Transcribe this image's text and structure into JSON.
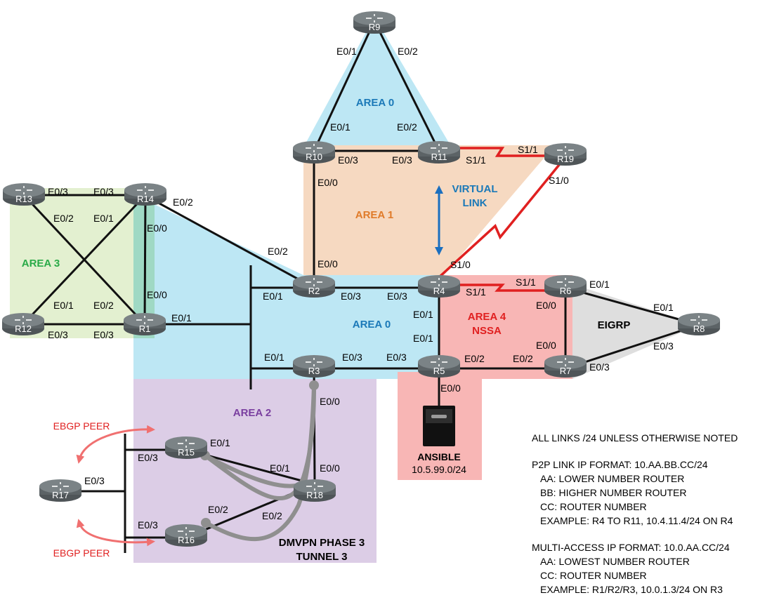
{
  "areas": {
    "area0_top": "AREA 0",
    "area0_main": "AREA 0",
    "area1": "AREA 1",
    "area2": "AREA 2",
    "area3": "AREA 3",
    "area4_l1": "AREA 4",
    "area4_l2": "NSSA",
    "eigrp": "EIGRP",
    "virtual_l1": "VIRTUAL",
    "virtual_l2": "LINK",
    "dmvpn_l1": "DMVPN PHASE 3",
    "dmvpn_l2": "TUNNEL 3",
    "ebgp_top": "EBGP PEER",
    "ebgp_bottom": "EBGP PEER"
  },
  "colors": {
    "area0": "#bde7f4",
    "area1": "#f6d9c1",
    "area2": "#dccde6",
    "area3": "#e3f0d0",
    "area4": "#f8b6b5",
    "eigrp": "#dedede",
    "router": "#6a7174",
    "serial": "#e02020",
    "virtual": "#1b6fbf",
    "tunnel": "#8f8f8f",
    "ebgp": "#f07070",
    "area0_text": "#1b79b8",
    "area1_text": "#e07b2a",
    "area2_text": "#7a3fa0",
    "area3_text": "#2aaa48",
    "area4_text": "#e02020"
  },
  "routers": {
    "r1": "R1",
    "r2": "R2",
    "r3": "R3",
    "r4": "R4",
    "r5": "R5",
    "r6": "R6",
    "r7": "R7",
    "r8": "R8",
    "r9": "R9",
    "r10": "R10",
    "r11": "R11",
    "r12": "R12",
    "r13": "R13",
    "r14": "R14",
    "r15": "R15",
    "r16": "R16",
    "r17": "R17",
    "r18": "R18",
    "r19": "R19"
  },
  "interfaces": {
    "r9_e01": "E0/1",
    "r9_e02": "E0/2",
    "r10_e01": "E0/1",
    "r11_e02": "E0/2",
    "r10_e03": "E0/3",
    "r11_e03": "E0/3",
    "r11_s11": "S1/1",
    "r19_s11": "S1/1",
    "r19_s10": "S1/0",
    "r10_e00": "E0/0",
    "r2_e00": "E0/0",
    "r4_s10": "S1/0",
    "r14_e02": "E0/2",
    "r2_e02": "E0/2",
    "r13_e03": "E0/3",
    "r14_e03": "E0/3",
    "r13_e02": "E0/2",
    "r14_e01": "E0/1",
    "r14_e00": "E0/0",
    "r1_e00": "E0/0",
    "r12_e01": "E0/1",
    "r1_e02": "E0/2",
    "r12_e03": "E0/3",
    "r1_e03": "E0/3",
    "r1_e01": "E0/1",
    "r2_e01": "E0/1",
    "r2_e03": "E0/3",
    "r4_e03": "E0/3",
    "r4_s11": "S1/1",
    "r6_s11": "S1/1",
    "r6_e01": "E0/1",
    "r8_e01": "E0/1",
    "r4_e01": "E0/1",
    "r5_e01": "E0/1",
    "r6_e00": "E0/0",
    "r7_e00": "E0/0",
    "r8_e03": "E0/3",
    "r7_e03": "E0/3",
    "r3_e01": "E0/1",
    "r3_e03": "E0/3",
    "r5_e03": "E0/3",
    "r5_e02": "E0/2",
    "r7_e02": "E0/2",
    "r3_e00": "E0/0",
    "r5_e00": "E0/0",
    "r15_e01": "E0/1",
    "r15_e03": "E0/3",
    "r18_e01": "E0/1",
    "r18_e00": "E0/0",
    "r17_e03": "E0/3",
    "r16_e02": "E0/2",
    "r18_e02": "E0/2",
    "r16_e03": "E0/3"
  },
  "server": {
    "name": "ANSIBLE",
    "subnet": "10.5.99.0/24"
  },
  "notes": {
    "line1": "ALL LINKS /24 UNLESS OTHERWISE NOTED",
    "line2": "P2P LINK IP FORMAT: 10.AA.BB.CC/24",
    "line3": "AA: LOWER NUMBER ROUTER",
    "line4": "BB: HIGHER NUMBER ROUTER",
    "line5": "CC: ROUTER NUMBER",
    "line6": "EXAMPLE: R4 TO R11, 10.4.11.4/24 ON R4",
    "line7": "MULTI-ACCESS IP FORMAT: 10.0.AA.CC/24",
    "line8": "AA: LOWEST NUMBER ROUTER",
    "line9": "CC: ROUTER NUMBER",
    "line10": "EXAMPLE: R1/R2/R3, 10.0.1.3/24 ON R3"
  }
}
